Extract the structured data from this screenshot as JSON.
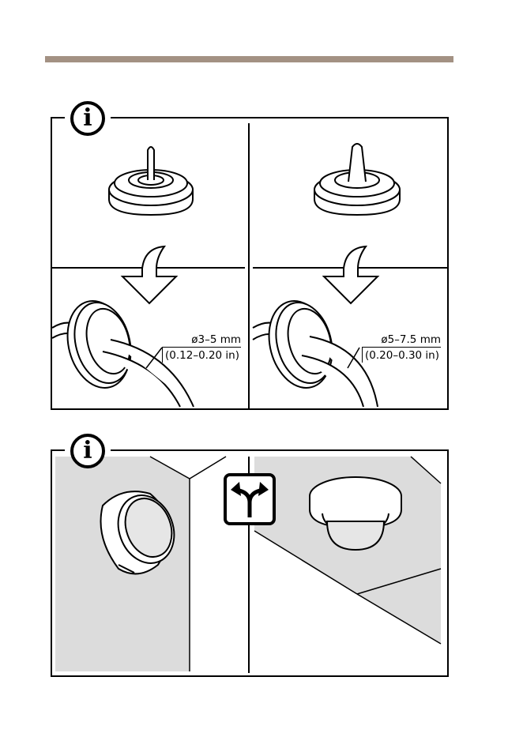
{
  "header_rule_color": "#a39183",
  "info_icon_glyph": "i",
  "top_panel": {
    "left_cable": {
      "diameter_mm": "ø3–5 mm",
      "diameter_in": "(0.12–0.20 in)"
    },
    "right_cable": {
      "diameter_mm": "ø5–7.5 mm",
      "diameter_in": "(0.20–0.30 in)"
    }
  },
  "bottom_panel": {
    "center_icon": "split-arrow-icon",
    "left_view": "wall-mount-camera",
    "right_view": "ceiling-mount-camera"
  }
}
